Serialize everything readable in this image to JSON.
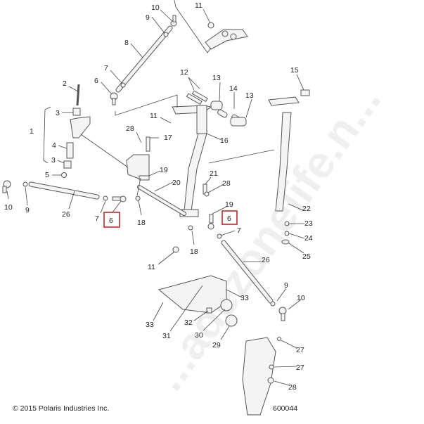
{
  "callouts": [
    "10",
    "9",
    "8",
    "7",
    "6",
    "11",
    "12",
    "13",
    "14",
    "13",
    "15",
    "2",
    "3",
    "1",
    "4",
    "3",
    "5",
    "11",
    "28",
    "17",
    "16",
    "19",
    "20",
    "21",
    "28",
    "10",
    "9",
    "26",
    "7",
    "6",
    "18",
    "19",
    "6",
    "7",
    "22",
    "23",
    "24",
    "25",
    "18",
    "11",
    "26",
    "9",
    "10",
    "33",
    "33",
    "32",
    "31",
    "30",
    "29",
    "27",
    "27",
    "28"
  ],
  "highlighted_callout": "6",
  "highlight_color": "#c0272d",
  "footer": {
    "copyright": "© 2015 Polaris Industries Inc.",
    "diagram_number": "600044"
  },
  "watermark": "...adezonelife.n..."
}
